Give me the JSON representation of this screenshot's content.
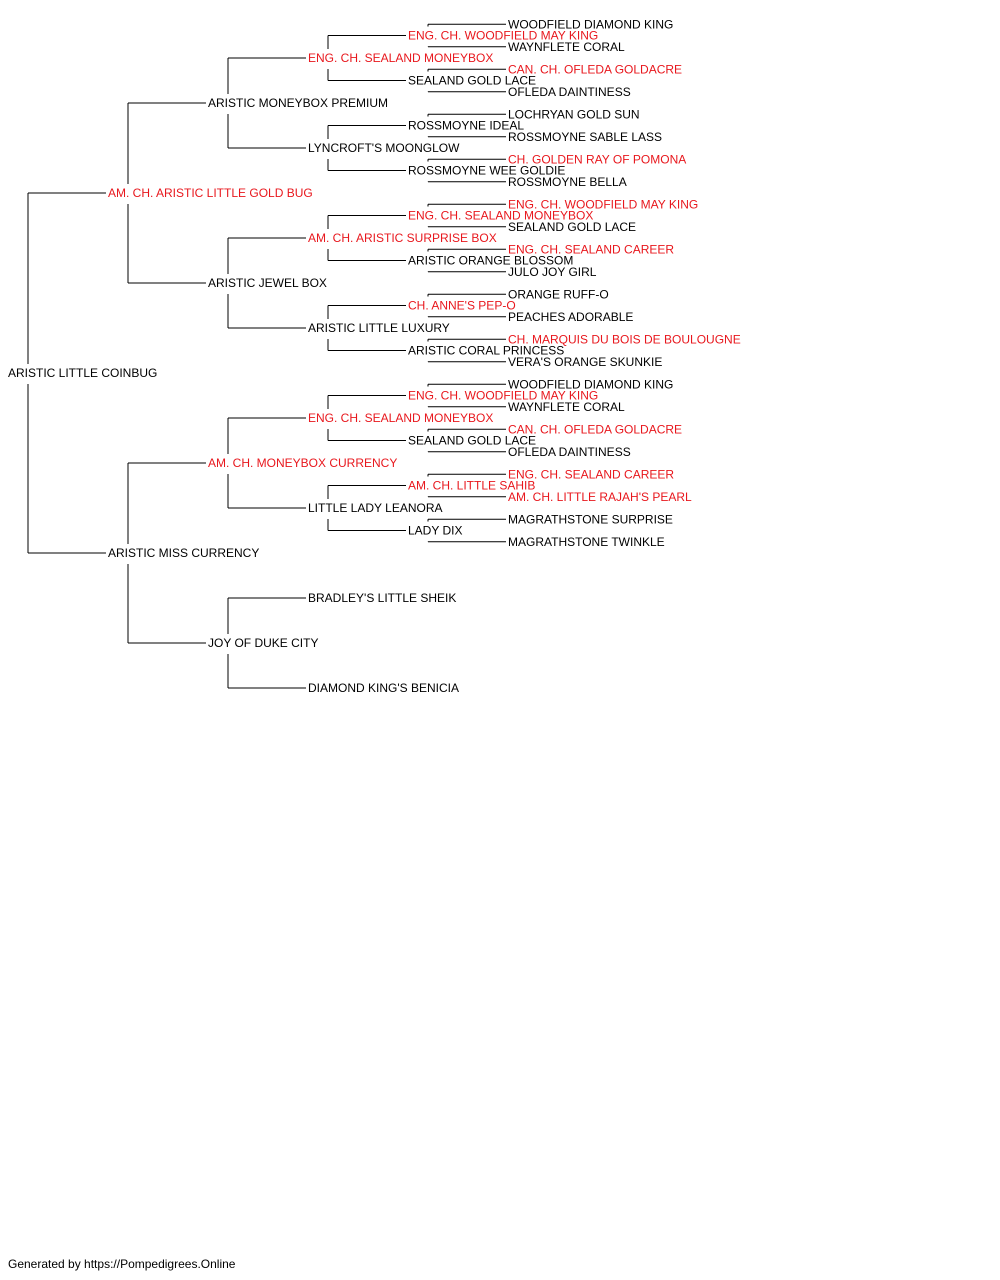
{
  "colors": {
    "champion": "#e8171d",
    "normal": "#000000",
    "line": "#000000"
  },
  "pedigree": {
    "name": "ARISTIC LITTLE COINBUG",
    "champion": false,
    "sire": {
      "name": "AM. CH. ARISTIC LITTLE GOLD BUG",
      "champion": true,
      "sire": {
        "name": "ARISTIC MONEYBOX PREMIUM",
        "champion": false,
        "sire": {
          "name": "ENG. CH. SEALAND MONEYBOX",
          "champion": true,
          "sire": {
            "name": "ENG. CH. WOODFIELD MAY KING",
            "champion": true,
            "sire": {
              "name": "WOODFIELD DIAMOND KING",
              "champion": false
            },
            "dam": {
              "name": "WAYNFLETE CORAL",
              "champion": false
            }
          },
          "dam": {
            "name": "SEALAND GOLD LACE",
            "champion": false,
            "sire": {
              "name": "CAN. CH. OFLEDA GOLDACRE",
              "champion": true
            },
            "dam": {
              "name": "OFLEDA DAINTINESS",
              "champion": false
            }
          }
        },
        "dam": {
          "name": "LYNCROFT'S MOONGLOW",
          "champion": false,
          "sire": {
            "name": "ROSSMOYNE IDEAL",
            "champion": false,
            "sire": {
              "name": "LOCHRYAN GOLD SUN",
              "champion": false
            },
            "dam": {
              "name": "ROSSMOYNE SABLE LASS",
              "champion": false
            }
          },
          "dam": {
            "name": "ROSSMOYNE WEE GOLDIE",
            "champion": false,
            "sire": {
              "name": "CH. GOLDEN RAY OF POMONA",
              "champion": true
            },
            "dam": {
              "name": "ROSSMOYNE BELLA",
              "champion": false
            }
          }
        }
      },
      "dam": {
        "name": "ARISTIC JEWEL BOX",
        "champion": false,
        "sire": {
          "name": "AM. CH. ARISTIC SURPRISE BOX",
          "champion": true,
          "sire": {
            "name": "ENG. CH. SEALAND MONEYBOX",
            "champion": true,
            "sire": {
              "name": "ENG. CH. WOODFIELD MAY KING",
              "champion": true
            },
            "dam": {
              "name": "SEALAND GOLD LACE",
              "champion": false
            }
          },
          "dam": {
            "name": "ARISTIC ORANGE BLOSSOM",
            "champion": false,
            "sire": {
              "name": "ENG. CH. SEALAND CAREER",
              "champion": true
            },
            "dam": {
              "name": "JULO JOY GIRL",
              "champion": false
            }
          }
        },
        "dam": {
          "name": "ARISTIC LITTLE LUXURY",
          "champion": false,
          "sire": {
            "name": "CH. ANNE'S PEP-O",
            "champion": true,
            "sire": {
              "name": "ORANGE RUFF-O",
              "champion": false
            },
            "dam": {
              "name": "PEACHES ADORABLE",
              "champion": false
            }
          },
          "dam": {
            "name": "ARISTIC CORAL PRINCESS",
            "champion": false,
            "sire": {
              "name": "CH. MARQUIS DU BOIS DE BOULOUGNE",
              "champion": true
            },
            "dam": {
              "name": "VERA'S ORANGE SKUNKIE",
              "champion": false
            }
          }
        }
      }
    },
    "dam": {
      "name": "ARISTIC MISS CURRENCY",
      "champion": false,
      "sire": {
        "name": "AM. CH. MONEYBOX CURRENCY",
        "champion": true,
        "sire": {
          "name": "ENG. CH. SEALAND MONEYBOX",
          "champion": true,
          "sire": {
            "name": "ENG. CH. WOODFIELD MAY KING",
            "champion": true,
            "sire": {
              "name": "WOODFIELD DIAMOND KING",
              "champion": false
            },
            "dam": {
              "name": "WAYNFLETE CORAL",
              "champion": false
            }
          },
          "dam": {
            "name": "SEALAND GOLD LACE",
            "champion": false,
            "sire": {
              "name": "CAN. CH. OFLEDA GOLDACRE",
              "champion": true
            },
            "dam": {
              "name": "OFLEDA DAINTINESS",
              "champion": false
            }
          }
        },
        "dam": {
          "name": "LITTLE LADY LEANORA",
          "champion": false,
          "sire": {
            "name": "AM. CH. LITTLE SAHIB",
            "champion": true,
            "sire": {
              "name": "ENG. CH. SEALAND CAREER",
              "champion": true
            },
            "dam": {
              "name": "AM. CH. LITTLE RAJAH'S PEARL",
              "champion": true
            }
          },
          "dam": {
            "name": "LADY DIX",
            "champion": false,
            "sire": {
              "name": "MAGRATHSTONE SURPRISE",
              "champion": false
            },
            "dam": {
              "name": "MAGRATHSTONE TWINKLE",
              "champion": false
            }
          }
        }
      },
      "dam": {
        "name": "JOY OF DUKE CITY",
        "champion": false,
        "sire": {
          "name": "BRADLEY'S LITTLE SHEIK",
          "champion": false
        },
        "dam": {
          "name": "DIAMOND KING'S BENICIA",
          "champion": false
        }
      }
    }
  },
  "footer": "Generated by https://Pompedigrees.Online"
}
